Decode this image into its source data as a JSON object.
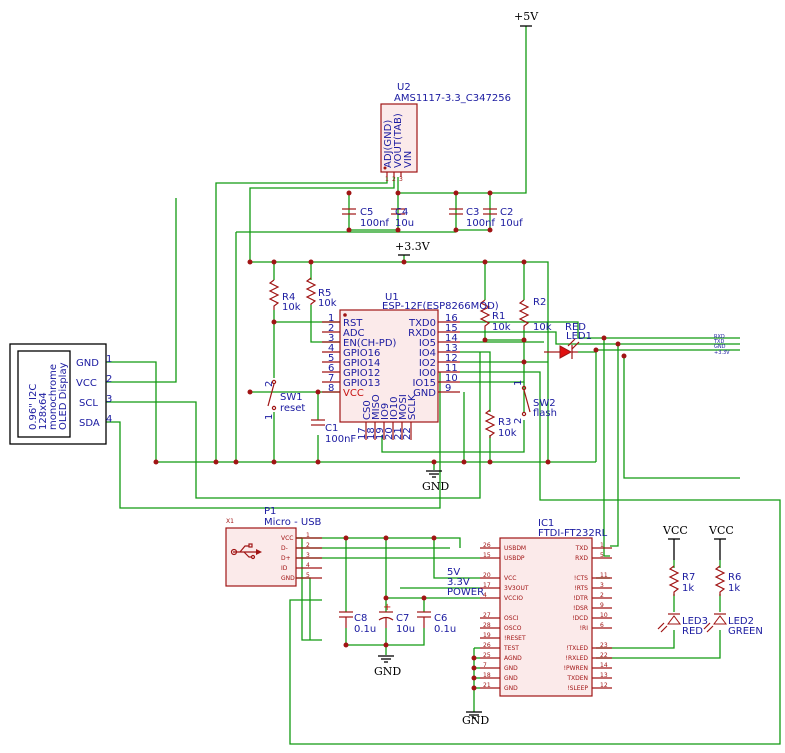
{
  "nets": {
    "p5v": "+5V",
    "p33v": "+3.3V",
    "gnd": "GND",
    "vcc1": "VCC",
    "vcc2": "VCC"
  },
  "regulator": {
    "ref": "U2",
    "value": "AMS1117-3.3_C347256",
    "pins": [
      "ADJ(GND)",
      "VOUT(TAB)",
      "VIN"
    ],
    "pin_numbers": [
      "1",
      "2",
      "3"
    ]
  },
  "esp": {
    "ref": "U1",
    "value": "ESP-12F(ESP8266MOD)",
    "left_pins": [
      {
        "num": "1",
        "name": "RST"
      },
      {
        "num": "2",
        "name": "ADC"
      },
      {
        "num": "3",
        "name": "EN(CH-PD)"
      },
      {
        "num": "4",
        "name": "GPIO16"
      },
      {
        "num": "5",
        "name": "GPIO14"
      },
      {
        "num": "6",
        "name": "GPIO12"
      },
      {
        "num": "7",
        "name": "GPIO13"
      },
      {
        "num": "8",
        "name": "VCC"
      }
    ],
    "right_pins": [
      {
        "num": "16",
        "name": "TXD0"
      },
      {
        "num": "15",
        "name": "RXD0"
      },
      {
        "num": "14",
        "name": "IO5"
      },
      {
        "num": "13",
        "name": "IO4"
      },
      {
        "num": "12",
        "name": "IO2"
      },
      {
        "num": "11",
        "name": "IO0"
      },
      {
        "num": "10",
        "name": "IO15"
      },
      {
        "num": "9",
        "name": "GND"
      }
    ],
    "bottom_pins": [
      {
        "num": "17",
        "name": "CS0"
      },
      {
        "num": "18",
        "name": "MISO"
      },
      {
        "num": "19",
        "name": "IO9"
      },
      {
        "num": "20",
        "name": "IO10"
      },
      {
        "num": "21",
        "name": "MOSI"
      },
      {
        "num": "22",
        "name": "SCLK"
      }
    ]
  },
  "passives": {
    "C5": {
      "ref": "C5",
      "value": "100nf"
    },
    "C4": {
      "ref": "C4",
      "value": "10u"
    },
    "C3": {
      "ref": "C3",
      "value": "100nf"
    },
    "C2": {
      "ref": "C2",
      "value": "10uf"
    },
    "C1": {
      "ref": "C1",
      "value": "100nF"
    },
    "R4": {
      "ref": "R4",
      "value": "10k"
    },
    "R5": {
      "ref": "R5",
      "value": "10k"
    },
    "R1": {
      "ref": "R1",
      "value": "10k"
    },
    "R2": {
      "ref": "R2",
      "value": "10k"
    },
    "R3": {
      "ref": "R3",
      "value": "10k"
    },
    "R7": {
      "ref": "R7",
      "value": "1k"
    },
    "R6": {
      "ref": "R6",
      "value": "1k"
    },
    "C8": {
      "ref": "C8",
      "value": "0.1u"
    },
    "C7": {
      "ref": "C7",
      "value": "10u"
    },
    "C6": {
      "ref": "C6",
      "value": "0.1u"
    }
  },
  "switches": {
    "sw1": {
      "ref": "SW1",
      "value": "reset",
      "pin1": "1",
      "pin2": "2"
    },
    "sw2": {
      "ref": "SW2",
      "value": "flash",
      "pin1": "1",
      "pin2": "2"
    }
  },
  "leds": {
    "led1": {
      "ref": "LED1",
      "value": "RED"
    },
    "led3": {
      "ref": "LED3",
      "value": "RED"
    },
    "led2": {
      "ref": "LED2",
      "value": "GREEN"
    }
  },
  "oled": {
    "lines": [
      "0.96\" I2C",
      "128x64",
      "monochrome",
      "OLED Display"
    ],
    "pins": [
      {
        "name": "GND",
        "num": "1"
      },
      {
        "name": "VCC",
        "num": "2"
      },
      {
        "name": "SCL",
        "num": "3"
      },
      {
        "name": "SDA",
        "num": "4"
      }
    ]
  },
  "usb": {
    "ref": "P1",
    "value": "Micro - USB",
    "tag": "X1",
    "pins": [
      {
        "name": "VCC",
        "num": "1"
      },
      {
        "name": "D-",
        "num": "2"
      },
      {
        "name": "D+",
        "num": "3"
      },
      {
        "name": "ID",
        "num": "4"
      },
      {
        "name": "GND",
        "num": "5"
      }
    ]
  },
  "ftdi": {
    "ref": "IC1",
    "value": "FTDI-FT232RL",
    "left_pins": [
      {
        "num": "26",
        "name": "USBDM"
      },
      {
        "num": "15",
        "name": "USBDP"
      },
      {
        "num": "20",
        "name": "VCC"
      },
      {
        "num": "17",
        "name": "3V3OUT"
      },
      {
        "num": "4",
        "name": "VCCIO"
      },
      {
        "num": "27",
        "name": "OSCI"
      },
      {
        "num": "28",
        "name": "OSCO"
      },
      {
        "num": "19",
        "name": "!RESET"
      },
      {
        "num": "26",
        "name": "TEST"
      },
      {
        "num": "25",
        "name": "AGND"
      },
      {
        "num": "7",
        "name": "GND"
      },
      {
        "num": "18",
        "name": "GND"
      },
      {
        "num": "21",
        "name": "GND"
      }
    ],
    "right_pins": [
      {
        "num": "1",
        "name": "TXD"
      },
      {
        "num": "5",
        "name": "RXD"
      },
      {
        "num": "11",
        "name": "!CTS"
      },
      {
        "num": "3",
        "name": "!RTS"
      },
      {
        "num": "2",
        "name": "!DTR"
      },
      {
        "num": "9",
        "name": "!DSR"
      },
      {
        "num": "10",
        "name": "!DCD"
      },
      {
        "num": "6",
        "name": "!RI"
      },
      {
        "num": "23",
        "name": "!TXLED"
      },
      {
        "num": "22",
        "name": "!RXLED"
      },
      {
        "num": "14",
        "name": "!PWREN"
      },
      {
        "num": "13",
        "name": "TXDEN"
      },
      {
        "num": "12",
        "name": "!SLEEP"
      }
    ],
    "net_labels": [
      "5V",
      "3.3V",
      "POWER"
    ]
  },
  "right_bus_labels": [
    "RXD",
    "TXD",
    "GND",
    "+3.3V"
  ]
}
